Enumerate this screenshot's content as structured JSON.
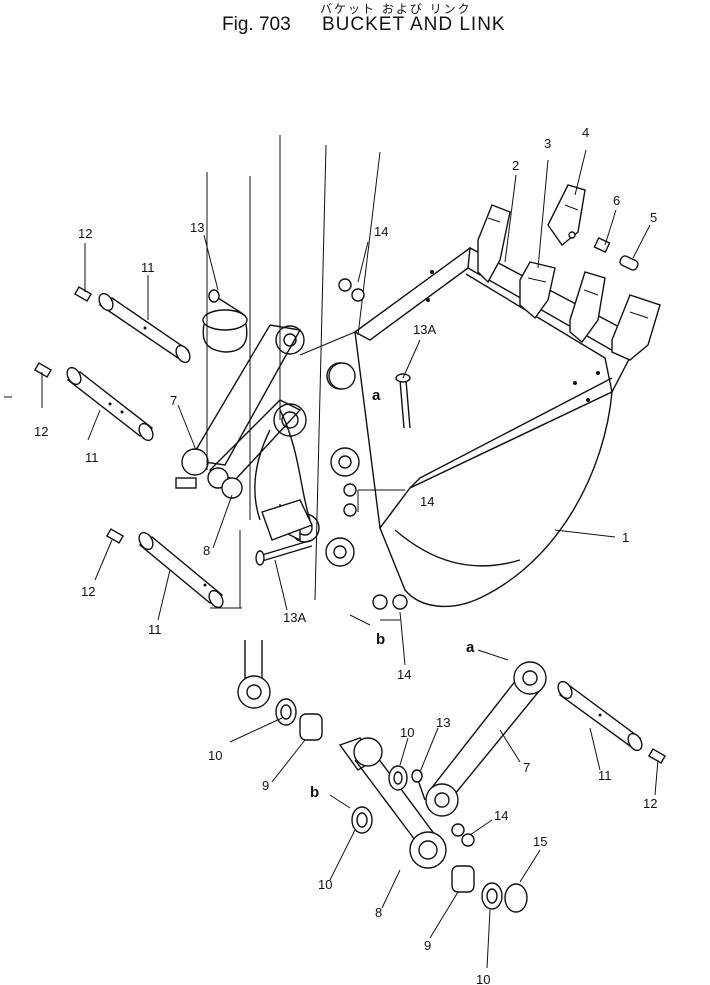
{
  "header": {
    "subtitle_jp": "バケット および リンク",
    "fig_label": "Fig. 703",
    "title": "BUCKET AND LINK"
  },
  "callouts": {
    "c1": "1",
    "c2": "2",
    "c3": "3",
    "c4": "4",
    "c5": "5",
    "c6": "6",
    "c7a": "7",
    "c7b": "7",
    "c8a": "8",
    "c8b": "8",
    "c9a": "9",
    "c9b": "9",
    "c10a": "10",
    "c10b": "10",
    "c10c": "10",
    "c10d": "10",
    "c11a": "11",
    "c11b": "11",
    "c11c": "11",
    "c11d": "11",
    "c12a": "12",
    "c12b": "12",
    "c12c": "12",
    "c12d": "12",
    "c13a": "13",
    "c13b": "13",
    "c13Aa": "13A",
    "c13Ab": "13A",
    "c14a": "14",
    "c14b": "14",
    "c14c": "14",
    "c14d": "14",
    "c15": "15",
    "ref_a1": "a",
    "ref_a2": "a",
    "ref_b1": "b",
    "ref_b2": "b"
  }
}
